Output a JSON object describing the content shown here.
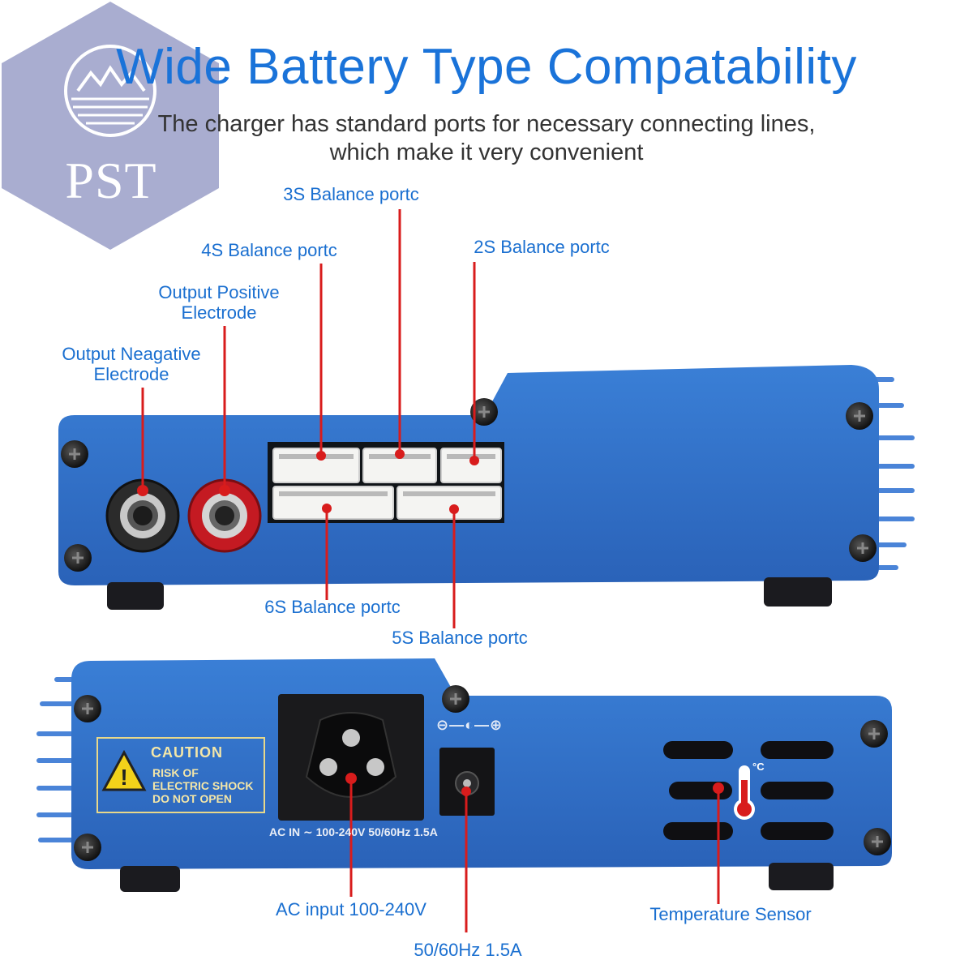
{
  "header": {
    "title": "Wide Battery Type Compatability",
    "subtitle_line1": "The charger has standard ports for necessary connecting lines,",
    "subtitle_line2": "which make it very convenient"
  },
  "watermark": {
    "text": "PST"
  },
  "callouts": {
    "balance_3s": "3S Balance portc",
    "balance_4s": "4S Balance portc",
    "balance_2s": "2S Balance portc",
    "balance_6s": "6S Balance portc",
    "balance_5s": "5S Balance portc",
    "output_positive_1": "Output Positive",
    "output_positive_2": "Electrode",
    "output_negative_1": "Output Neagative",
    "output_negative_2": "Electrode",
    "ac_input": "AC input 100-240V",
    "frequency": "50/60Hz 1.5A",
    "temperature": "Temperature Sensor"
  },
  "device_labels": {
    "caution_title": "CAUTION",
    "caution_line1": "RISK OF",
    "caution_line2": "ELECTRIC SHOCK",
    "caution_line3": "DO NOT OPEN",
    "ac_spec": "AC IN ∼ 100-240V   50/60Hz   1.5A",
    "dc_symbol": "⊖—◐—⊕",
    "degree": "°C"
  },
  "colors": {
    "accent_blue": "#1a73d9",
    "device_blue": "#2f6fc9",
    "callout_red": "#d81c1c",
    "watermark": "#9a9fc8"
  }
}
